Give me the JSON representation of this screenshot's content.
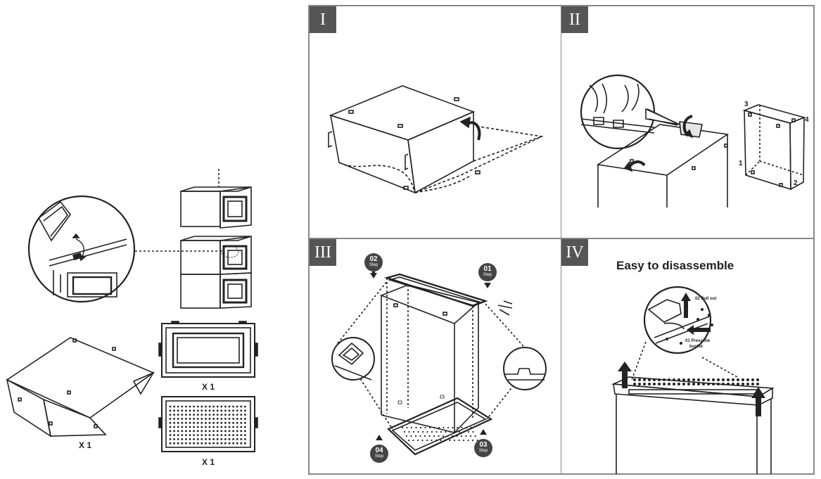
{
  "left": {
    "qty_wall": "X 1",
    "qty_front": "X 1",
    "qty_bottom": "X 1"
  },
  "panels": [
    {
      "numeral": "I"
    },
    {
      "numeral": "II",
      "corner_labels": [
        "3",
        "4",
        "1",
        "2"
      ]
    },
    {
      "numeral": "III",
      "steps": [
        {
          "number": "01",
          "word": "Step"
        },
        {
          "number": "02",
          "word": "Step"
        },
        {
          "number": "03",
          "word": "Step"
        },
        {
          "number": "04",
          "word": "Step"
        }
      ]
    },
    {
      "numeral": "IV",
      "title": "Easy to disassemble",
      "callout_pull": "02 Pull out",
      "callout_press_1": "01 Press the",
      "callout_press_2": "buckle"
    }
  ],
  "colors": {
    "line": "#222222",
    "numeral_bg": "#555555",
    "step_bg": "#444444",
    "frame": "#888888"
  }
}
